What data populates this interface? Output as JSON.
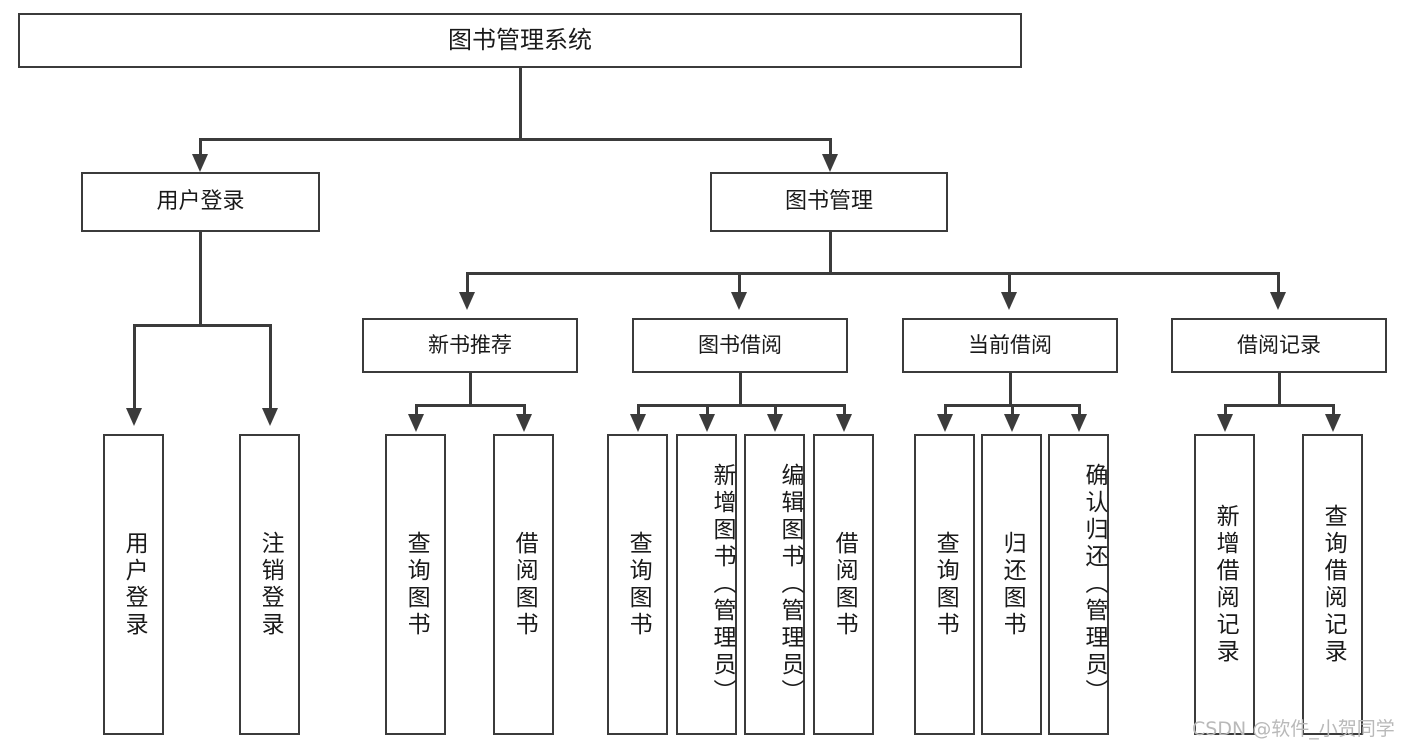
{
  "diagram": {
    "title": "图书管理系统",
    "watermark": "CSDN @软件_小贺同学",
    "nodes": {
      "root": "图书管理系统",
      "user_login": "用户登录",
      "book_manage": "图书管理",
      "new_book_rec": "新书推荐",
      "book_borrow": "图书借阅",
      "current_borrow": "当前借阅",
      "borrow_record": "借阅记录",
      "login_user": "用户登录",
      "logout_user": "注销登录",
      "rec_query_book": "查询图书",
      "rec_borrow_book": "借阅图书",
      "bb_query_book": "查询图书",
      "bb_add_book": "新增图书（管理员）",
      "bb_edit_book": "编辑图书（管理员）",
      "bb_borrow_book": "借阅图书",
      "cb_query_book": "查询图书",
      "cb_return_book": "归还图书",
      "cb_confirm_return": "确认归还（管理员）",
      "br_add_record": "新增借阅记录",
      "br_query_record": "查询借阅记录"
    },
    "colors": {
      "stroke": "#3b3b3b",
      "fill": "#ffffff",
      "text": "#1a1a1a",
      "watermark": "#b9b9b9"
    }
  }
}
